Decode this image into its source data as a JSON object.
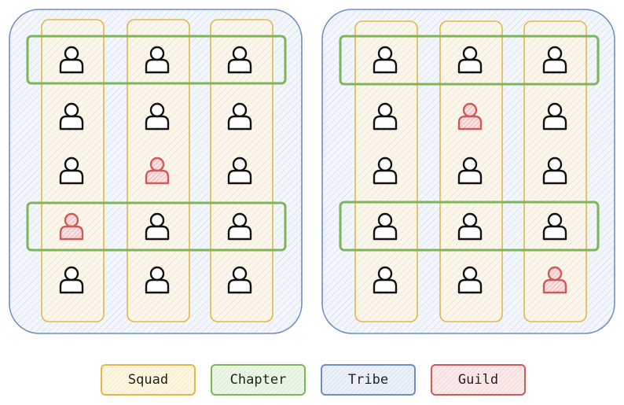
{
  "legend": {
    "squad": "Squad",
    "chapter": "Chapter",
    "tribe": "Tribe",
    "guild": "Guild"
  },
  "colors": {
    "squad": "#e2b84a",
    "chapter": "#7fb55a",
    "tribe": "#6f8fc4",
    "guild": "#cf5a58",
    "person": "#111111"
  },
  "tribes": [
    {
      "rows": 5,
      "cols": 3,
      "chapter_rows": [
        0,
        3
      ],
      "guild_members": [
        [
          3,
          0
        ],
        [
          2,
          1
        ]
      ]
    },
    {
      "rows": 5,
      "cols": 3,
      "chapter_rows": [
        0,
        3
      ],
      "guild_members": [
        [
          1,
          1
        ],
        [
          4,
          2
        ]
      ]
    }
  ]
}
